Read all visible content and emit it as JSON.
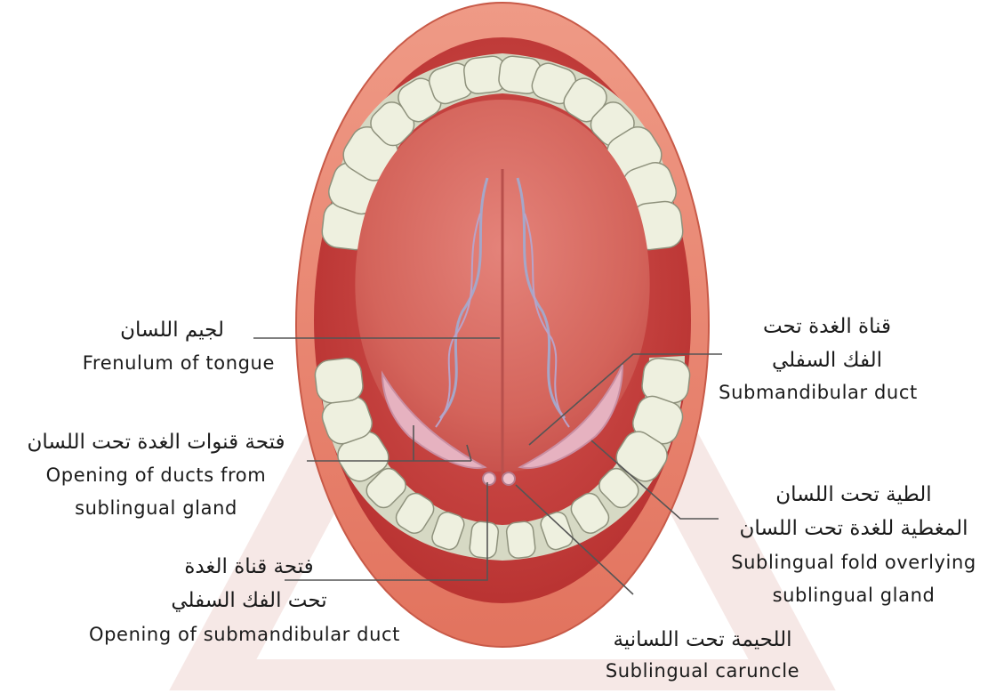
{
  "labels": {
    "frenulum": {
      "ar": "لجيم اللسان",
      "en": "Frenulum of tongue"
    },
    "sublingual_ducts": {
      "ar": "فتحة قنوات الغدة تحت اللسان",
      "en_1": "Opening of ducts from",
      "en_2": "sublingual gland"
    },
    "submandibular_opening": {
      "ar_1": "فتحة قناة الغدة",
      "ar_2": "تحت الفك السفلي",
      "en": "Opening of submandibular duct"
    },
    "submandibular_duct": {
      "ar_1": "قناة الغدة تحت",
      "ar_2": "الفك السفلي",
      "en": "Submandibular duct"
    },
    "sublingual_fold": {
      "ar_1": "الطية تحت اللسان",
      "ar_2": "المغطية للغدة تحت اللسان",
      "en_1": "Sublingual fold overlying",
      "en_2": "sublingual gland"
    },
    "caruncle": {
      "ar": "اللحيمة تحت اللسانية",
      "en": "Sublingual caruncle"
    }
  },
  "colors": {
    "lip": "#e8846e",
    "cavity": "#c9403e",
    "tongue": "#d96a60",
    "tooth": "#eef0df",
    "leader": "#555555",
    "watermark": "#f6e9e7"
  }
}
